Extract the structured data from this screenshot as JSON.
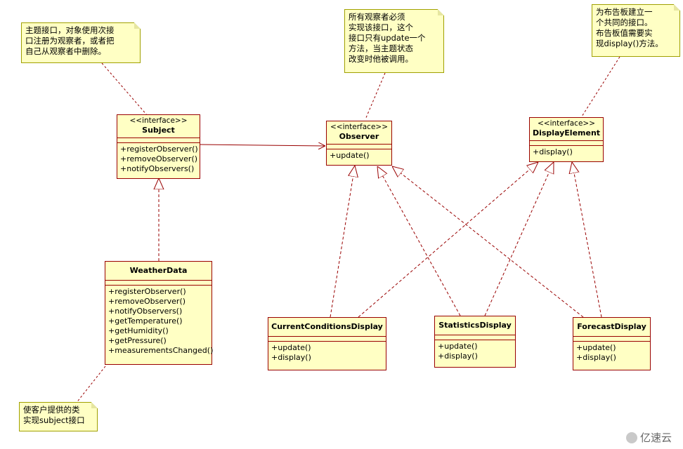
{
  "notes": {
    "subject": [
      "主题接口，对象使用次接",
      "口注册为观察者，或者把",
      "自己从观察者中删除。"
    ],
    "observer": [
      "所有观察者必须",
      "实现该接口，这个",
      "接口只有update一个",
      "方法，当主题状态",
      "改变时他被调用。"
    ],
    "display": [
      "为布告板建立一",
      "个共同的接口。",
      "布告板值需要实",
      "现display()方法。"
    ],
    "weather": [
      "使客户提供的类",
      "实现subject接口"
    ]
  },
  "classes": {
    "subject": {
      "stereotype": "<<interface>>",
      "name": "Subject",
      "ops": [
        "+registerObserver()",
        "+removeObserver()",
        "+notifyObservers()"
      ]
    },
    "observer": {
      "stereotype": "<<interface>>",
      "name": "Observer",
      "ops": [
        "+update()"
      ]
    },
    "display_element": {
      "stereotype": "<<interface>>",
      "name": "DisplayElement",
      "ops": [
        "+display()"
      ]
    },
    "weather_data": {
      "name": "WeatherData",
      "ops": [
        "+registerObserver()",
        "+removeObserver()",
        "+notifyObservers()",
        "+getTemperature()",
        "+getHumidity()",
        "+getPressure()",
        "+measurementsChanged()"
      ]
    },
    "current": {
      "name": "CurrentConditionsDisplay",
      "ops": [
        "+update()",
        "+display()"
      ]
    },
    "statistics": {
      "name": "StatisticsDisplay",
      "ops": [
        "+update()",
        "+display()"
      ]
    },
    "forecast": {
      "name": "ForecastDisplay",
      "ops": [
        "+update()",
        "+display()"
      ]
    }
  },
  "watermark": "亿速云",
  "colors": {
    "note_fill": "#ffffc4",
    "class_border": "#990000",
    "note_border": "#a0a000"
  }
}
